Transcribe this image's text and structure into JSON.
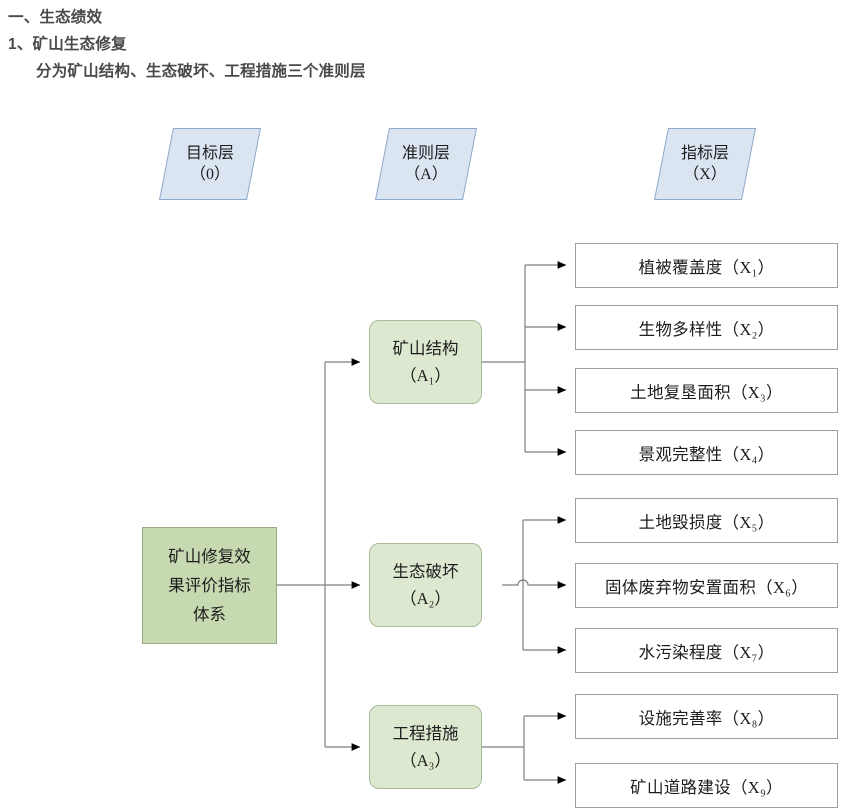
{
  "heading": {
    "line1": "一、生态绩效",
    "line2": "1、矿山生态修复",
    "line3": "分为矿山结构、生态破坏、工程措施三个准则层"
  },
  "layer_tags": [
    {
      "name": "goal-layer-tag",
      "title": "目标层",
      "code": "（0）"
    },
    {
      "name": "criteria-layer-tag",
      "title": "准则层",
      "code": "（A）"
    },
    {
      "name": "indicator-layer-tag",
      "title": "指标层",
      "code": "（X）"
    }
  ],
  "goal": {
    "label": "矿山修复效\n果评价指标\n体系"
  },
  "criteria": [
    {
      "id": "A1",
      "label": "矿山结构",
      "code": "（A₁）"
    },
    {
      "id": "A2",
      "label": "生态破坏",
      "code": "（A₂）"
    },
    {
      "id": "A3",
      "label": "工程措施",
      "code": "（A₃）"
    }
  ],
  "indicators": [
    {
      "id": "X1",
      "parent": "A1",
      "label": "植被覆盖度（X₁）"
    },
    {
      "id": "X2",
      "parent": "A1",
      "label": "生物多样性（X₂）"
    },
    {
      "id": "X3",
      "parent": "A1",
      "label": "土地复垦面积（X₃）"
    },
    {
      "id": "X4",
      "parent": "A1",
      "label": "景观完整性（X₄）"
    },
    {
      "id": "X5",
      "parent": "A2",
      "label": "土地毁损度（X₅）"
    },
    {
      "id": "X6",
      "parent": "A2",
      "label": "固体废弃物安置面积（X₆）"
    },
    {
      "id": "X7",
      "parent": "A2",
      "label": "水污染程度（X₇）"
    },
    {
      "id": "X8",
      "parent": "A3",
      "label": "设施完善率（X₈）"
    },
    {
      "id": "X9",
      "parent": "A3",
      "label": "矿山道路建设（X₉）"
    }
  ],
  "colors": {
    "page_background": "#ffffff",
    "heading_text": "#4a4a4a",
    "layer_tag_fill": "#dbe5f1",
    "layer_tag_border": "#8ea9c9",
    "goal_fill": "#c6d9b0",
    "goal_border": "#9aab8b",
    "criteria_fill": "#dce8cf",
    "criteria_border": "#a9bb99",
    "indicator_fill": "#ffffff",
    "indicator_border": "#9e9e9e",
    "connector_line": "#7f7f7f",
    "arrow_head": "#000000"
  }
}
